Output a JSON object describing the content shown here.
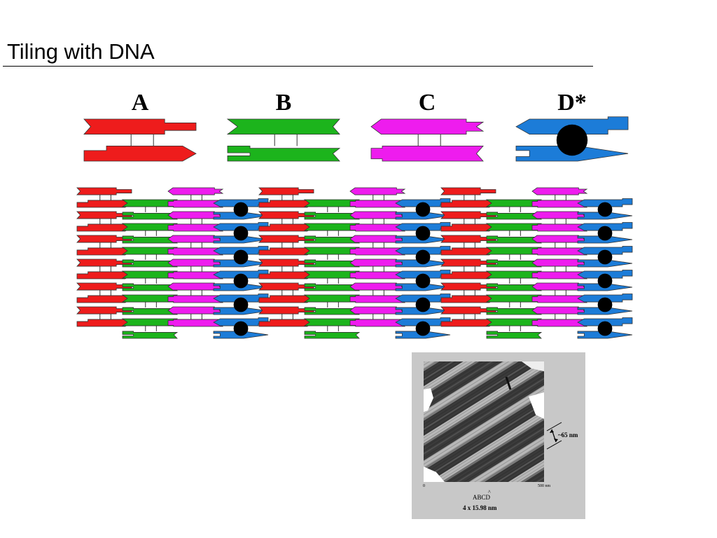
{
  "title": "Tiling with DNA",
  "tiles": [
    {
      "label": "A",
      "color": "#ee1c1c"
    },
    {
      "label": "B",
      "color": "#1cb41c"
    },
    {
      "label": "C",
      "color": "#ee1cee"
    },
    {
      "label": "D*",
      "color": "#1c7cd8"
    }
  ],
  "marker_color": "#000000",
  "afm": {
    "scale_start": "0",
    "scale_end": "500 nm",
    "period_label": "~65 nm",
    "composition_label": "ABCD",
    "hat_mark": "^",
    "size_label": "4 x 15.98 nm"
  }
}
